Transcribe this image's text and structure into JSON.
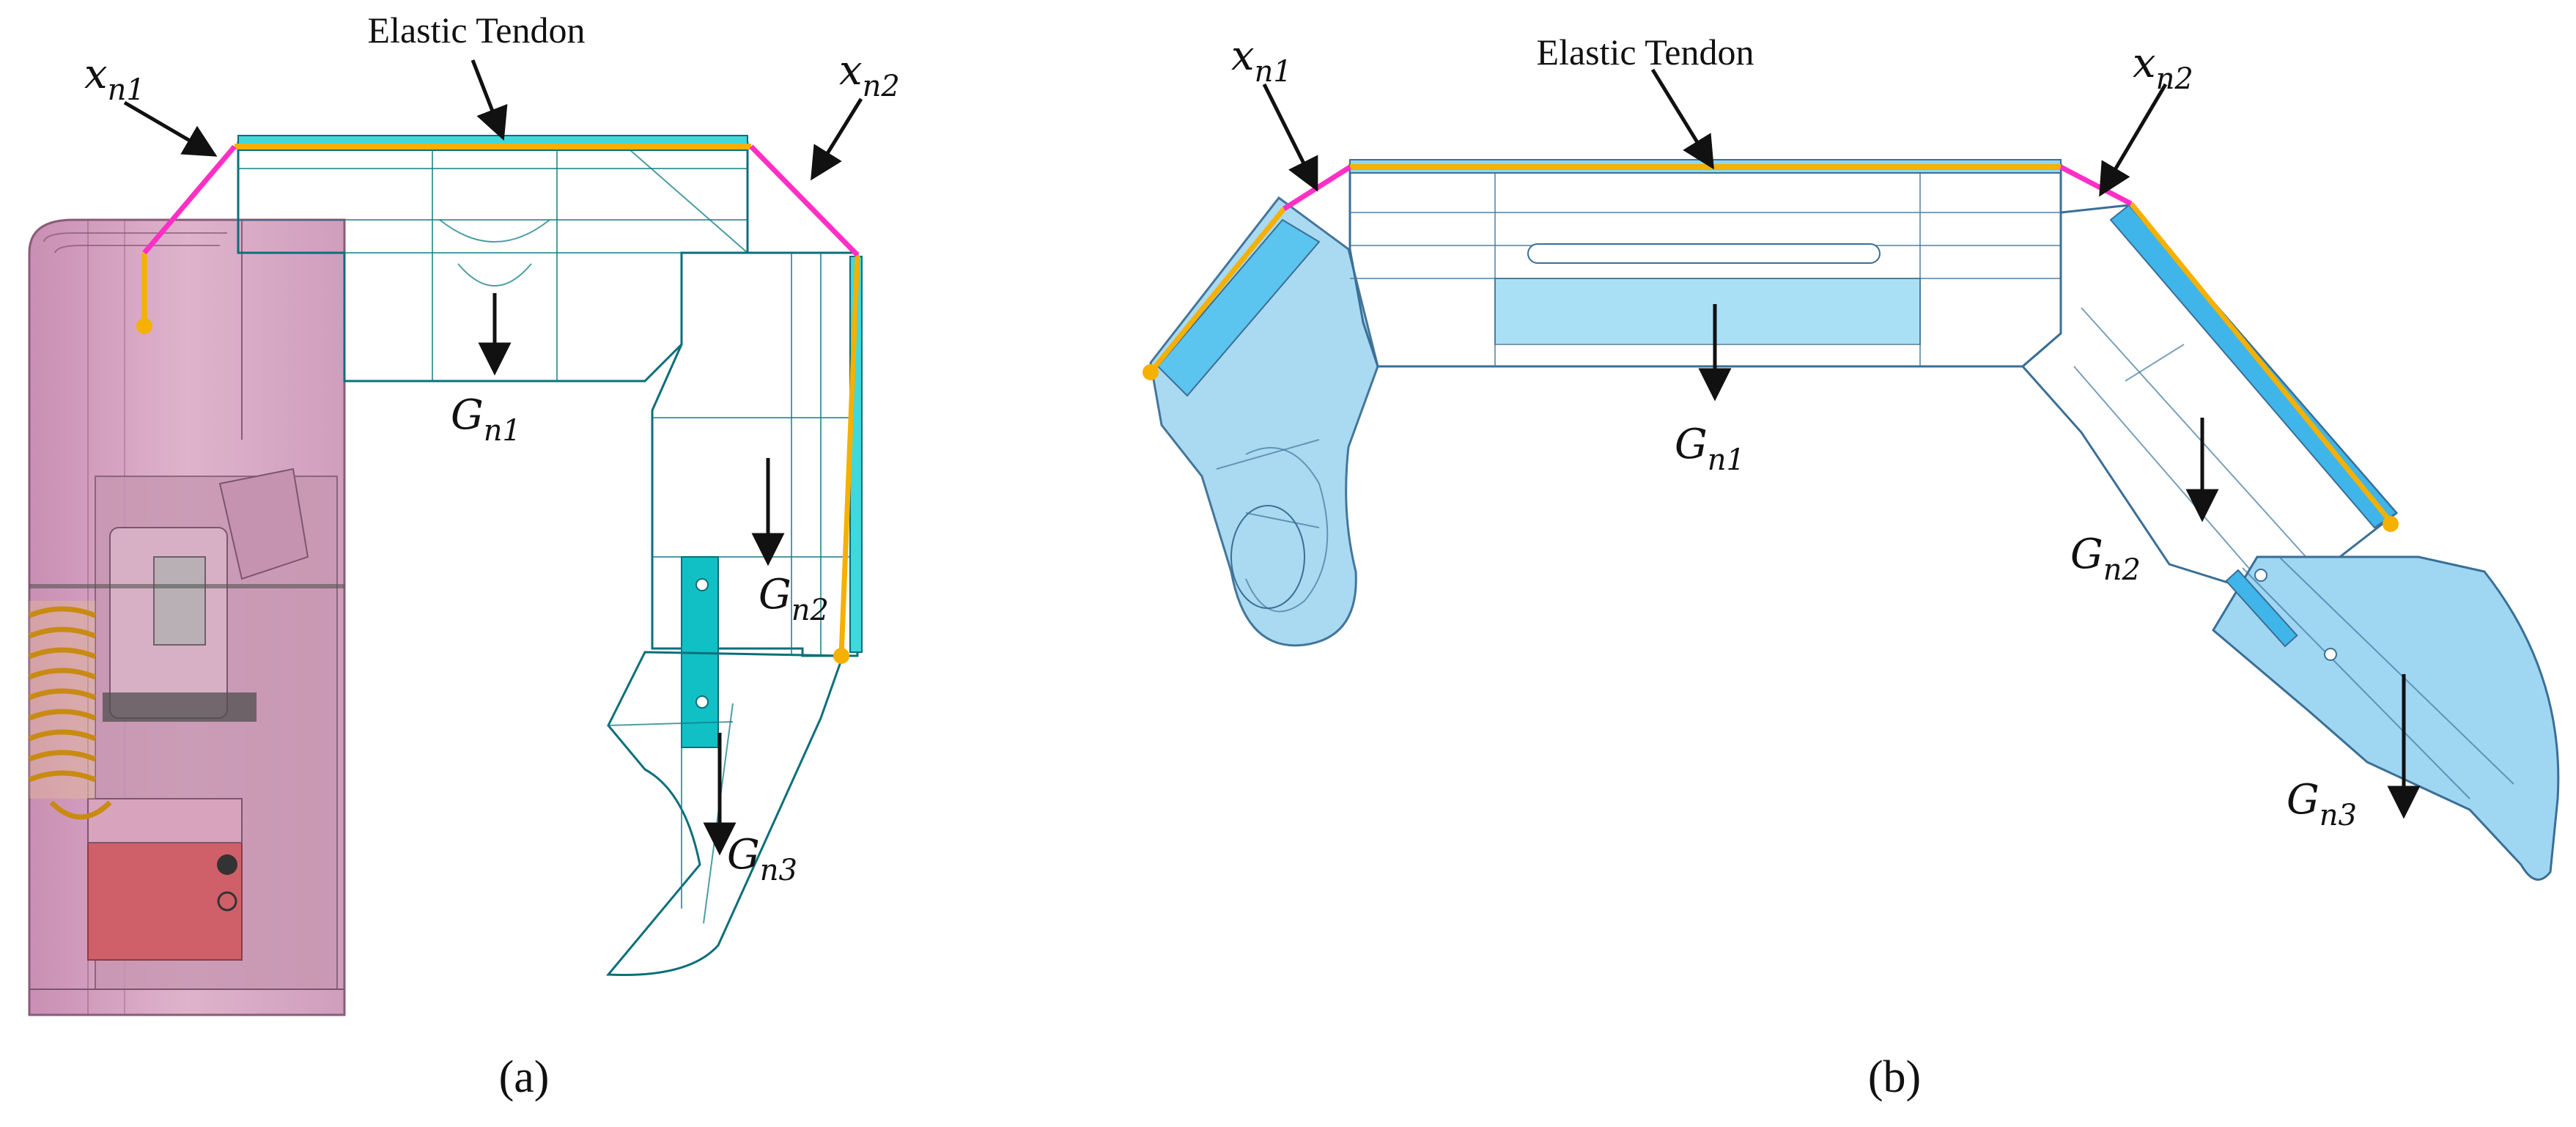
{
  "labels": {
    "elastic_tendon": "Elastic Tendon",
    "x_sym": "x",
    "sub_n1": "n1",
    "sub_n2": "n2",
    "G_sym": "G",
    "sub_n3": "n3",
    "panel_a": "(a)",
    "panel_b": "(b)"
  },
  "colors": {
    "cyan_body": "#12d6d6",
    "light_blue_body": "#74c8ea",
    "pink_housing": "#d9a6c4",
    "tendon_orange": "#f5b000",
    "link_magenta": "#ff2fc6",
    "arrow": "#111111"
  }
}
